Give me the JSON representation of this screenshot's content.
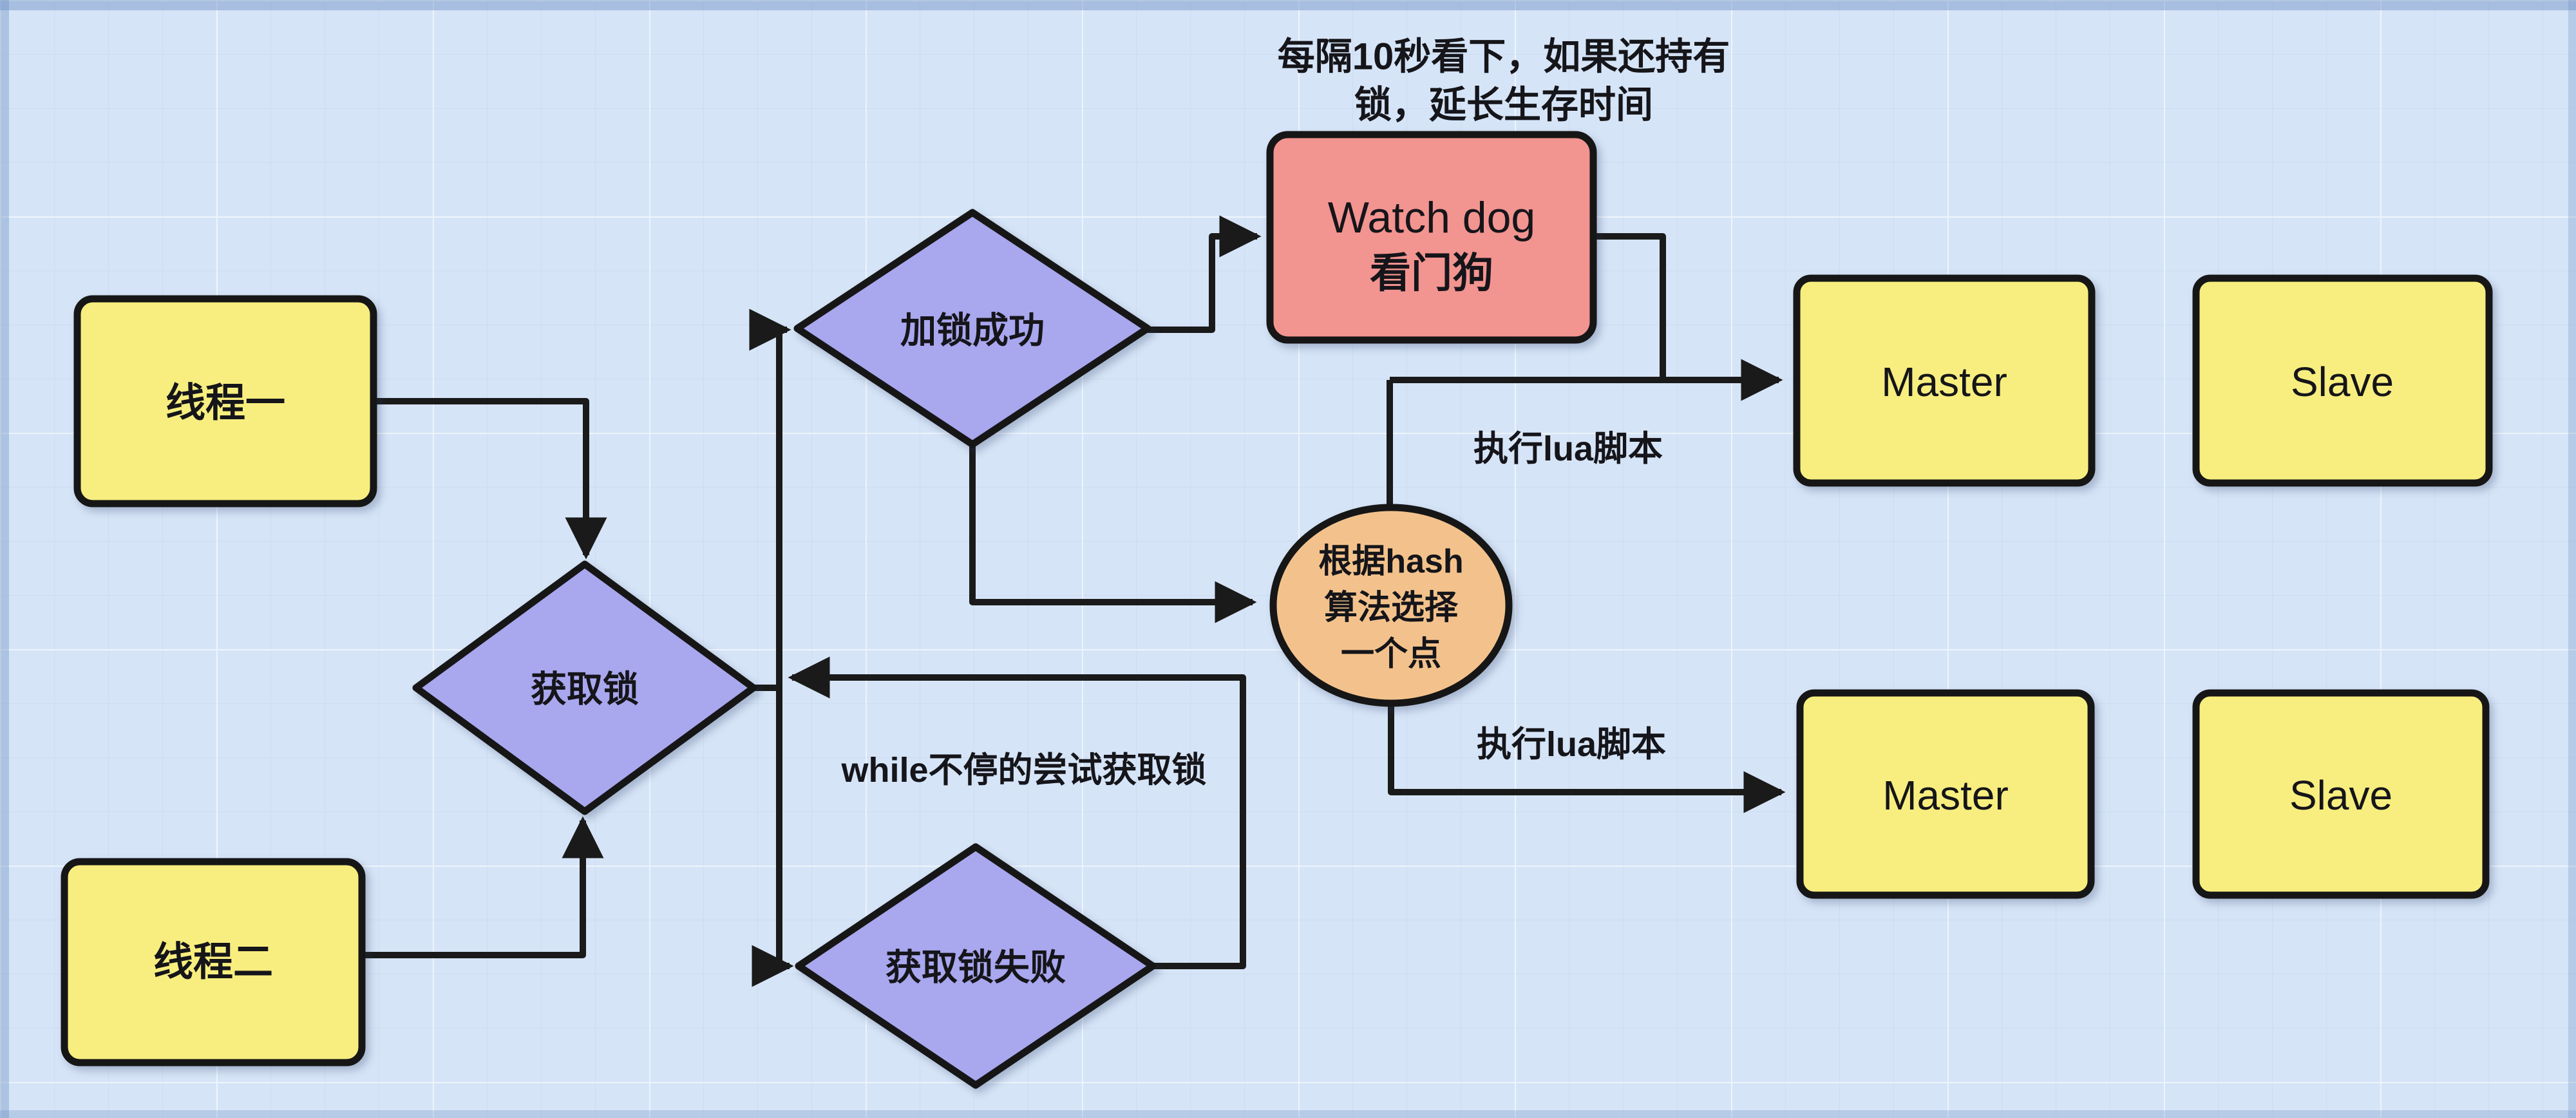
{
  "canvas": {
    "background": "#d6e4f7",
    "grid_minor_color": "#c9daef",
    "grid_major_color": "#eef4fc",
    "connector_color": "#1a1a1a"
  },
  "notes": {
    "watchdog_note_line1": "每隔10秒看下，如果还持有",
    "watchdog_note_line2": "锁，延长生存时间",
    "while_loop": "while不停的尝试获取锁",
    "lua_script_top": "执行lua脚本",
    "lua_script_bottom": "执行lua脚本"
  },
  "nodes": {
    "thread1": {
      "label": "线程一",
      "shape": "rect",
      "fill": "#f8ee7f"
    },
    "thread2": {
      "label": "线程二",
      "shape": "rect",
      "fill": "#f8ee7f"
    },
    "acquire_lock": {
      "label": "获取锁",
      "shape": "diamond",
      "fill": "#a9a7ee"
    },
    "lock_success": {
      "label": "加锁成功",
      "shape": "diamond",
      "fill": "#a9a7ee"
    },
    "lock_fail": {
      "label": "获取锁失败",
      "shape": "diamond",
      "fill": "#a9a7ee"
    },
    "watchdog": {
      "line1": "Watch dog",
      "line2": "看门狗",
      "shape": "rect",
      "fill": "#f29490"
    },
    "hash_select": {
      "line1": "根据hash",
      "line2": "算法选择",
      "line3": "一个点",
      "shape": "ellipse",
      "fill": "#f3c28c"
    },
    "master_top": {
      "label": "Master",
      "shape": "rect",
      "fill": "#f8ee7f"
    },
    "slave_top": {
      "label": "Slave",
      "shape": "rect",
      "fill": "#f8ee7f"
    },
    "master_bottom": {
      "label": "Master",
      "shape": "rect",
      "fill": "#f8ee7f"
    },
    "slave_bottom": {
      "label": "Slave",
      "shape": "rect",
      "fill": "#f8ee7f"
    }
  },
  "edges": [
    {
      "from": "线程一",
      "to": "获取锁",
      "label": ""
    },
    {
      "from": "线程二",
      "to": "获取锁",
      "label": ""
    },
    {
      "from": "获取锁",
      "to": "加锁成功",
      "label": ""
    },
    {
      "from": "获取锁",
      "to": "获取锁失败",
      "label": ""
    },
    {
      "from": "获取锁失败",
      "to": "获取锁",
      "label": "while不停的尝试获取锁"
    },
    {
      "from": "加锁成功",
      "to": "Watch dog 看门狗",
      "label": ""
    },
    {
      "from": "加锁成功",
      "to": "根据hash算法选择一个点",
      "label": ""
    },
    {
      "from": "Watch dog 看门狗",
      "to": "Master (上)",
      "label": "执行lua脚本"
    },
    {
      "from": "根据hash算法选择一个点",
      "to": "Master (上)",
      "label": "执行lua脚本"
    },
    {
      "from": "根据hash算法选择一个点",
      "to": "Master (下)",
      "label": "执行lua脚本"
    }
  ]
}
